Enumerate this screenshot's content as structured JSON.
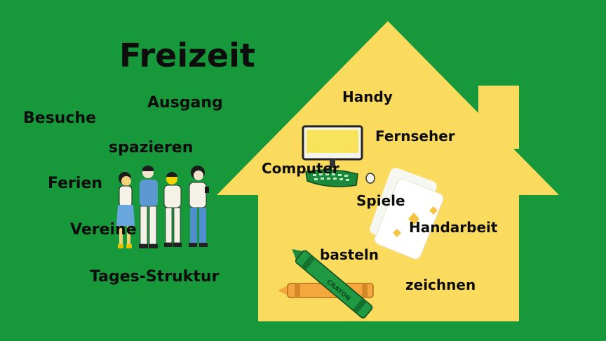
{
  "title": "Freizeit",
  "outside_words": [
    "Ausgang",
    "Besuche",
    "spazieren",
    "Ferien",
    "Vereine",
    "Tages-Struktur"
  ],
  "inside_words": [
    "Handy",
    "Fernseher",
    "Computer",
    "Spiele",
    "Handarbeit",
    "basteln",
    "zeichnen"
  ],
  "crayon_text": "CRAYON",
  "colors": {
    "background": "#17983a",
    "house": "#fbdb5e",
    "text": "#0d0d0d"
  }
}
